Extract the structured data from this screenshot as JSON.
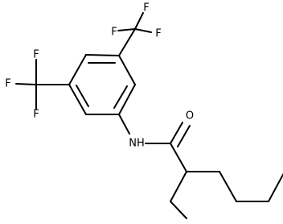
{
  "diagram": {
    "type": "chemical-structure",
    "atoms": {
      "f_top_1": "F",
      "f_top_2": "F",
      "f_top_3": "F",
      "f_left_1": "F",
      "f_left_2": "F",
      "f_left_3": "F",
      "nh": "NH",
      "o": "O"
    }
  }
}
